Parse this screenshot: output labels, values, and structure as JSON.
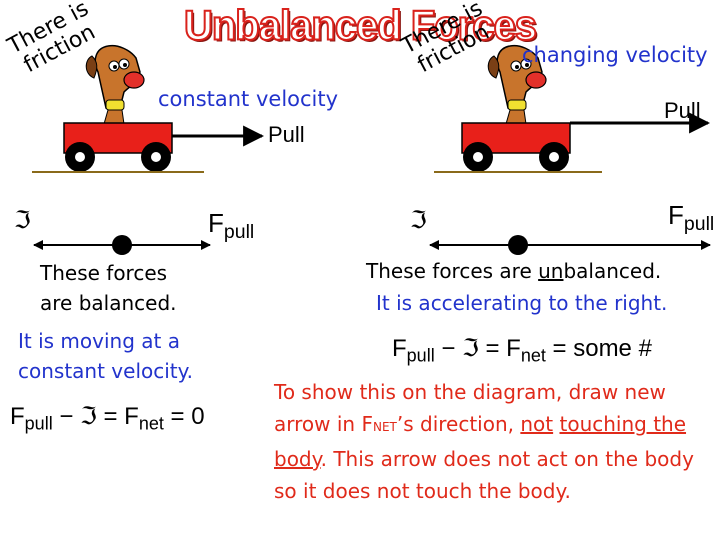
{
  "title": "Unbalanced Forces",
  "left": {
    "friction_note": "There is friction",
    "velocity_label": "constant velocity",
    "pull_label": "Pull",
    "friction_symbol": "ℑ",
    "force_label_main": "F",
    "force_label_sub": "pull",
    "balanced_text": "These forces are balanced.",
    "moving_text": "It is moving at a constant velocity.",
    "equation": {
      "f": "F",
      "f_sub": "pull",
      "minus": "−",
      "sym": "ℑ",
      "eq": "=",
      "fnet": "F",
      "fnet_sub": "net",
      "eq2": "=",
      "result": "0"
    }
  },
  "right": {
    "friction_note": "There is friction",
    "velocity_label": "changing velocity",
    "pull_label": "Pull",
    "friction_symbol": "ℑ",
    "force_label_main": "F",
    "force_label_sub": "pull",
    "unbalanced_prefix": "These forces are ",
    "unbalanced_underlined": "un",
    "unbalanced_suffix": "balanced.",
    "accelerating_text": "It is accelerating to the right.",
    "equation": {
      "f": "F",
      "f_sub": "pull",
      "minus": "−",
      "sym": "ℑ",
      "eq": "=",
      "fnet": "F",
      "fnet_sub": "net",
      "eq2": "=",
      "result": "some  #"
    }
  },
  "instruction": {
    "part1": "To show this on the diagram, draw new arrow in F",
    "part1_sub": "NET",
    "part2": "’s direction, ",
    "underlined1": "not",
    "underlined2": "touching the body",
    "part3": ". This arrow does not act on the body so it does not touch the body."
  },
  "colors": {
    "blue": "#2233cc",
    "red": "#e02a1a",
    "wagon": "#e8201a",
    "title_outline": "#d9221c"
  }
}
